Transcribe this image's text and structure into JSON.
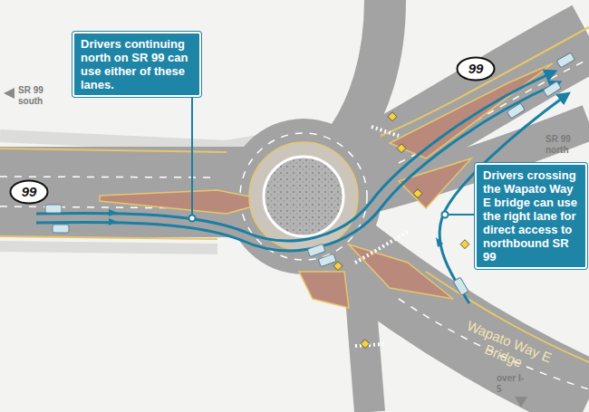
{
  "diagram": {
    "nodes": [
      {
        "text": [
          "Drivers continuing north on SR 99 can use either of these lanes."
        ]
      },
      {
        "text": [
          "99"
        ]
      },
      {
        "text": [
          "Drivers crossing the Wapato Way E bridge can use the right lane for direct access to northbound SR 99"
        ]
      },
      {
        "text": [
          "99"
        ]
      }
    ],
    "labels": [
      "SR 99 south",
      "SR 99 north",
      "over I-5",
      "Wapato Way E Bridge"
    ]
  }
}
